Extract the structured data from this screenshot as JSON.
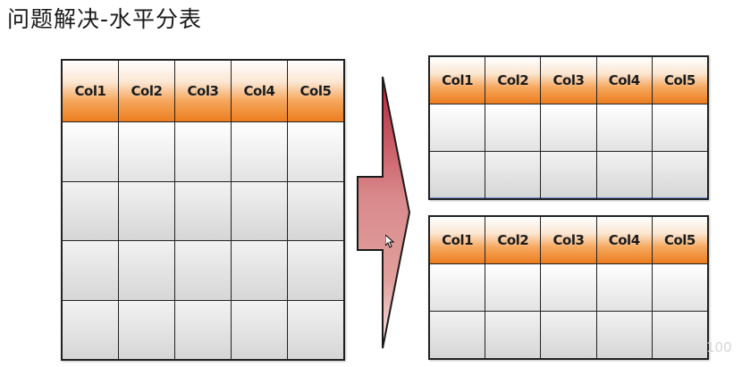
{
  "slide": {
    "title": "问题解决-水平分表"
  },
  "source_table": {
    "columns": [
      "Col1",
      "Col2",
      "Col3",
      "Col4",
      "Col5"
    ]
  },
  "split_tables": [
    {
      "columns": [
        "Col1",
        "Col2",
        "Col3",
        "Col4",
        "Col5"
      ]
    },
    {
      "columns": [
        "Col1",
        "Col2",
        "Col3",
        "Col4",
        "Col5"
      ]
    }
  ],
  "watermark": "100",
  "colors": {
    "header_orange": "#ec7d1e",
    "arrow_red": "#c93a4a",
    "grid_border": "#222222"
  },
  "icons": {
    "arrow": "split-arrow-icon",
    "cursor": "mouse-cursor-icon"
  }
}
